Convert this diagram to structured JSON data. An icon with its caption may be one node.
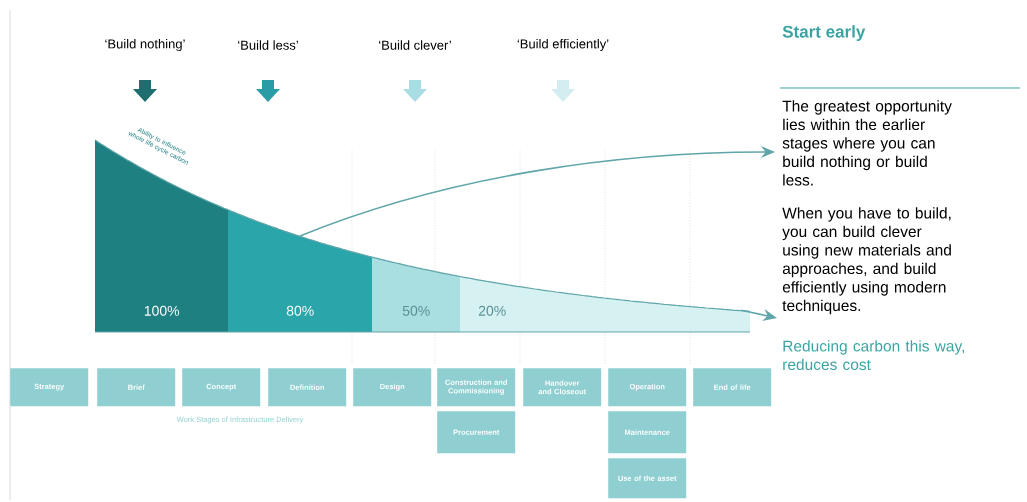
{
  "diagram": {
    "nodes": [
      {
        "text": [
          "100%"
        ]
      },
      {
        "text": [
          "80%"
        ]
      },
      {
        "text": [
          "50%"
        ]
      },
      {
        "text": [
          "20%"
        ]
      },
      {
        "text": [
          "Strategy"
        ]
      },
      {
        "text": [
          "Brief"
        ]
      },
      {
        "text": [
          "Concept"
        ]
      },
      {
        "text": [
          "Definition"
        ]
      },
      {
        "text": [
          "Design"
        ]
      },
      {
        "text": [
          "Construction and Commissioning"
        ]
      },
      {
        "text": [
          "Handover and Closeout"
        ]
      },
      {
        "text": [
          "Operation"
        ]
      },
      {
        "text": [
          "End of life"
        ]
      },
      {
        "text": [
          "Procurement"
        ]
      },
      {
        "text": [
          "Maintenance"
        ]
      },
      {
        "text": [
          "Use of the asset"
        ]
      },
      {
        "text": [
          "The greatest opportunity lies within the earlier stages where you can build nothing or build less."
        ]
      },
      {
        "text": [
          "When you have to build, you can build clever using new materials and approaches, and build efficiently using modern techniques."
        ]
      }
    ],
    "edges": [
      {
        "from": 1,
        "to": 16,
        "arrow": "to"
      },
      {
        "from": 3,
        "to": 17,
        "arrow": "to"
      }
    ],
    "labels": [
      "‘Build nothing’",
      "‘Build less’",
      "‘Build clever’",
      "‘Build efficiently’",
      "Start early",
      "Ability to influence whole life cycle carbon",
      "Reducing carbon this way, reduces cost",
      "Work Stages of Infrastructure Delivery"
    ]
  }
}
